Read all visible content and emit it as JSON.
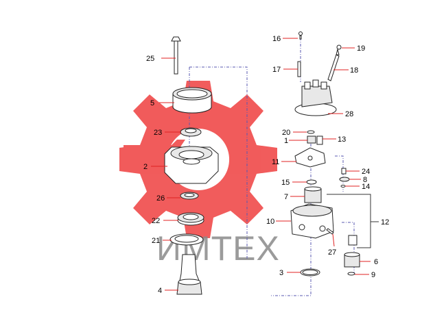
{
  "watermark": {
    "text": "ИМТЕХ",
    "gear_color": "#f04a4a"
  },
  "callouts": [
    {
      "id": "c25",
      "label": "25"
    },
    {
      "id": "c5",
      "label": "5"
    },
    {
      "id": "c23",
      "label": "23"
    },
    {
      "id": "c2",
      "label": "2"
    },
    {
      "id": "c26",
      "label": "26"
    },
    {
      "id": "c22",
      "label": "22"
    },
    {
      "id": "c21",
      "label": "21"
    },
    {
      "id": "c4",
      "label": "4"
    },
    {
      "id": "c16",
      "label": "16"
    },
    {
      "id": "c17",
      "label": "17"
    },
    {
      "id": "c19",
      "label": "19"
    },
    {
      "id": "c18",
      "label": "18"
    },
    {
      "id": "c28",
      "label": "28"
    },
    {
      "id": "c20",
      "label": "20"
    },
    {
      "id": "c1",
      "label": "1"
    },
    {
      "id": "c13",
      "label": "13"
    },
    {
      "id": "c11",
      "label": "11"
    },
    {
      "id": "c24",
      "label": "24"
    },
    {
      "id": "c8",
      "label": "8"
    },
    {
      "id": "c15",
      "label": "15"
    },
    {
      "id": "c14",
      "label": "14"
    },
    {
      "id": "c7",
      "label": "7"
    },
    {
      "id": "c10",
      "label": "10"
    },
    {
      "id": "c12",
      "label": "12"
    },
    {
      "id": "c27",
      "label": "27"
    },
    {
      "id": "c6",
      "label": "6"
    },
    {
      "id": "c3",
      "label": "3"
    },
    {
      "id": "c9",
      "label": "9"
    }
  ]
}
